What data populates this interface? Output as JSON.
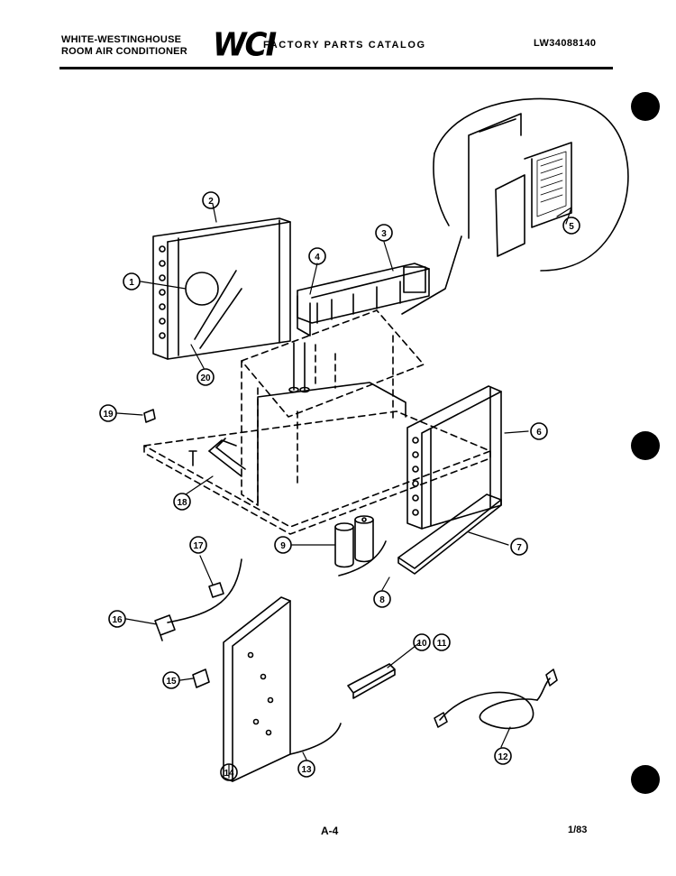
{
  "header": {
    "brand_line1": "WHITE-WESTINGHOUSE",
    "brand_line2": "ROOM AIR CONDITIONER",
    "logo": "WCI",
    "catalog_title": "FACTORY PARTS CATALOG",
    "part_number": "LW34088140"
  },
  "footer": {
    "page": "A-4",
    "date": "1/83"
  },
  "callouts": [
    {
      "id": "callout-1",
      "label": "1"
    },
    {
      "id": "callout-2",
      "label": "2"
    },
    {
      "id": "callout-3",
      "label": "3"
    },
    {
      "id": "callout-4",
      "label": "4"
    },
    {
      "id": "callout-5",
      "label": "5"
    },
    {
      "id": "callout-6",
      "label": "6"
    },
    {
      "id": "callout-7",
      "label": "7"
    },
    {
      "id": "callout-8",
      "label": "8"
    },
    {
      "id": "callout-9",
      "label": "9"
    },
    {
      "id": "callout-10",
      "label": "10"
    },
    {
      "id": "callout-11",
      "label": "11"
    },
    {
      "id": "callout-12",
      "label": "12"
    },
    {
      "id": "callout-13",
      "label": "13"
    },
    {
      "id": "callout-14",
      "label": "14"
    },
    {
      "id": "callout-15",
      "label": "15"
    },
    {
      "id": "callout-16",
      "label": "16"
    },
    {
      "id": "callout-17",
      "label": "17"
    },
    {
      "id": "callout-18",
      "label": "18"
    },
    {
      "id": "callout-19",
      "label": "19"
    },
    {
      "id": "callout-20",
      "label": "20"
    }
  ]
}
